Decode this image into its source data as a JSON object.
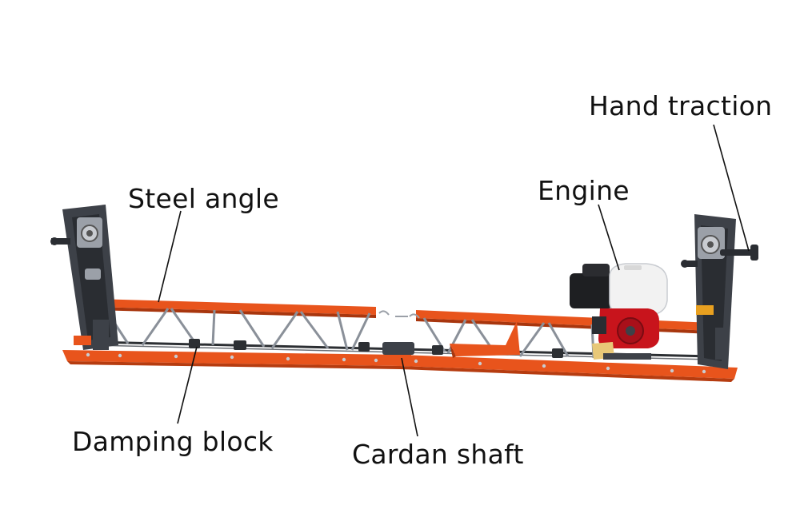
{
  "labels": {
    "hand_traction": "Hand traction",
    "steel_angle": "Steel angle",
    "engine": "Engine",
    "damping_block": "Damping block",
    "cardan_shaft": "Cardan shaft"
  },
  "colors": {
    "frame_orange": "#e8541c",
    "frame_dark": "#3d4148",
    "truss_grey": "#8a9099",
    "engine_red": "#c8141c",
    "tank_white": "#f2f2f2",
    "leader_line": "#111111"
  }
}
